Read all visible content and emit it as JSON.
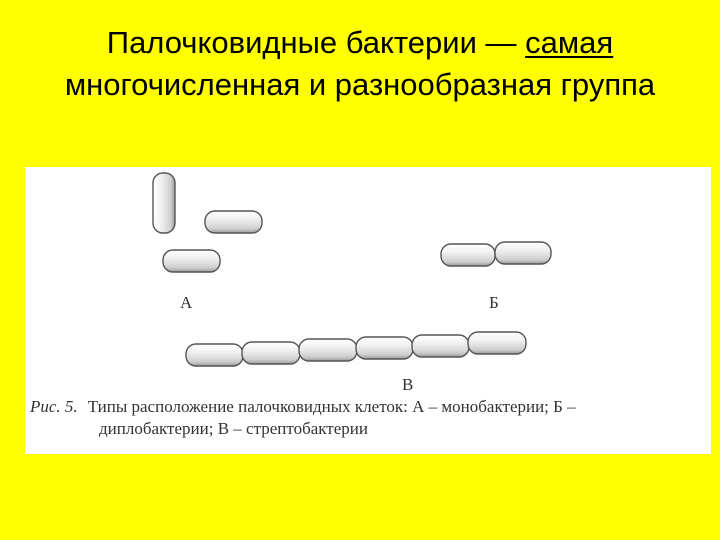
{
  "slide": {
    "title_part1": "Палочковидные бактерии — ",
    "title_part2_underlined": "самая",
    "title_line2": "многочисленная и разнообразная группа",
    "background_color": "#ffff00"
  },
  "figure": {
    "labels": {
      "a": "А",
      "b": "Б",
      "v": "В"
    },
    "caption_fig_num": "Рис. 5.",
    "caption_line1": "Типы расположение палочковидных клеток: А – монобактерии; Б –",
    "caption_line2": "диплобактерии; В – стрептобактерии",
    "groups": [
      {
        "label": "А",
        "cells": 3,
        "arrangement": "single cells"
      },
      {
        "label": "Б",
        "cells": 2,
        "arrangement": "pair"
      },
      {
        "label": "В",
        "cells": 6,
        "arrangement": "chain"
      }
    ]
  }
}
